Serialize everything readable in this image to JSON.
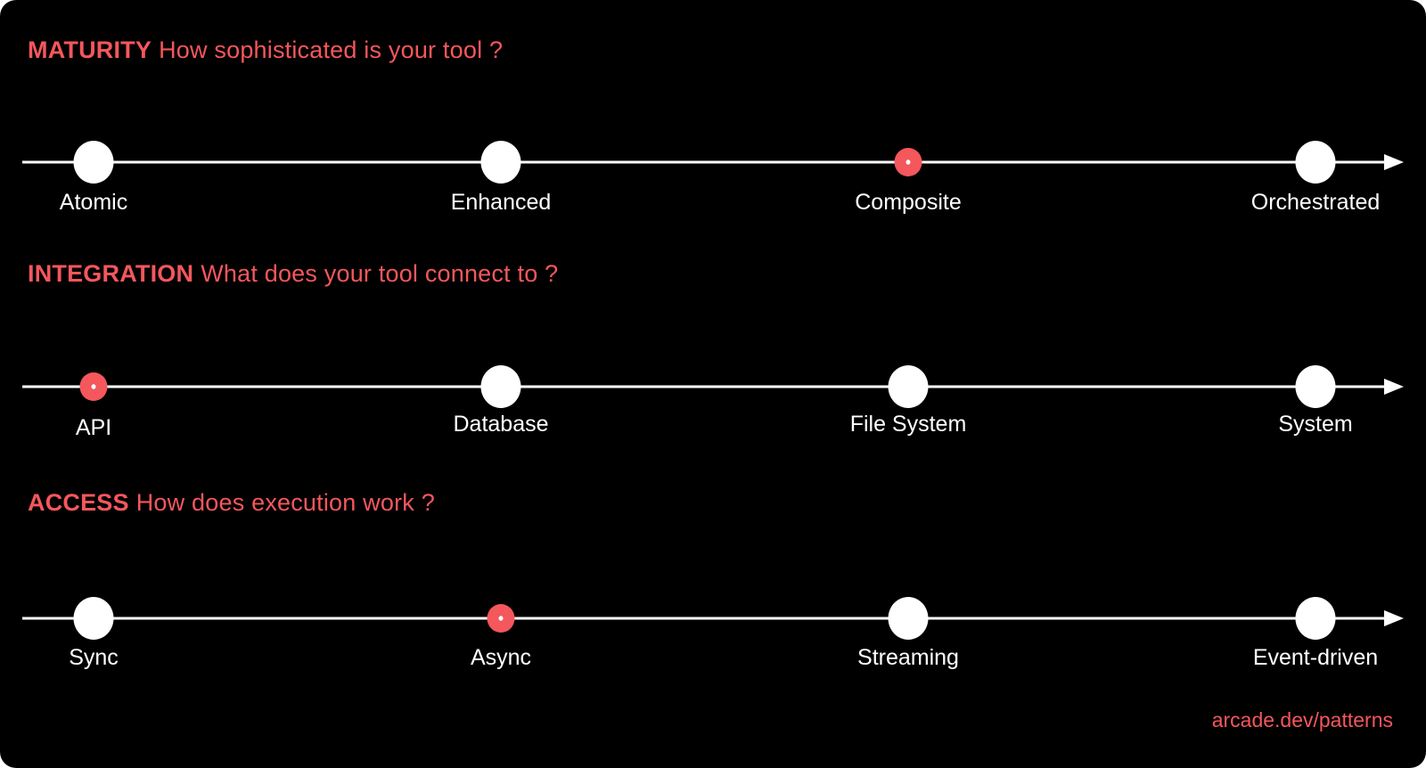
{
  "canvas": {
    "background": "#000000",
    "accent": "#F4575C",
    "text_color": "#FFFFFF"
  },
  "sliders": [
    {
      "heading": "MATURITY",
      "question": "How sophisticated is your tool ?",
      "options": [
        {
          "label": "Atomic"
        },
        {
          "label": "Enhanced"
        },
        {
          "label": "Composite"
        },
        {
          "label": "Orchestrated"
        }
      ],
      "selected_index": 2,
      "selected_label": "Composite"
    },
    {
      "heading": "INTEGRATION",
      "question": "What does your tool connect to ?",
      "options": [
        {
          "label": "API"
        },
        {
          "label": "Database"
        },
        {
          "label": "File System"
        },
        {
          "label": "System"
        }
      ],
      "selected_index": 0,
      "selected_label": "API"
    },
    {
      "heading": "ACCESS",
      "question": "How does execution work ?",
      "options": [
        {
          "label": "Sync"
        },
        {
          "label": "Async"
        },
        {
          "label": "Streaming"
        },
        {
          "label": "Event-driven"
        }
      ],
      "selected_index": 1,
      "selected_label": "Async"
    }
  ],
  "footer": {
    "link_label": "arcade.dev/patterns"
  }
}
